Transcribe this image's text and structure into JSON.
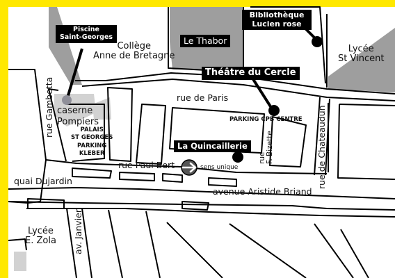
{
  "colors": {
    "frame": "#ffe800",
    "building_dark": "#9e9e9e",
    "building_light": "#d2d2d2",
    "street_line": "#000000",
    "label_bg": "#000000",
    "label_text": "#ffffff",
    "marker": "#000000",
    "marker_piscine": "#8f8f99"
  },
  "landmarks": {
    "piscine": "Piscine\nSaint-Georges",
    "bibliotheque": "Bibliothèque\nLucien rose",
    "thabor": "Le Thabor",
    "theatre": "Théâtre du Cercle",
    "quincaillerie": "La Quincaillerie"
  },
  "places": {
    "college": "Collège\nAnne de Bretagne",
    "lycee_st_vincent": "Lycée\nSt Vincent",
    "lycee_zola": "Lycée\nE. Zola",
    "caserne": "caserne\nPompiers",
    "palais": "PALAIS\nST GEORGES\nPARKING\nKLEBER",
    "parking_cpb": "PARKING CPB CENTRE"
  },
  "streets": {
    "rue_de_paris": "rue de Paris",
    "rue_paul_bert": "rue Paul Bert",
    "quai_dujardin": "quai Dujardin",
    "avenue_briand": "avenue Aristide Briand",
    "rue_gambetta": "rue Gambetta",
    "av_janvier": "av. Janvier",
    "rue_chateaudun": "rue de Chateaudun",
    "rue_bizette": "rue\nF. Bizette"
  },
  "one_way": {
    "label": "sens unique",
    "icon": "arrow-right-icon"
  }
}
